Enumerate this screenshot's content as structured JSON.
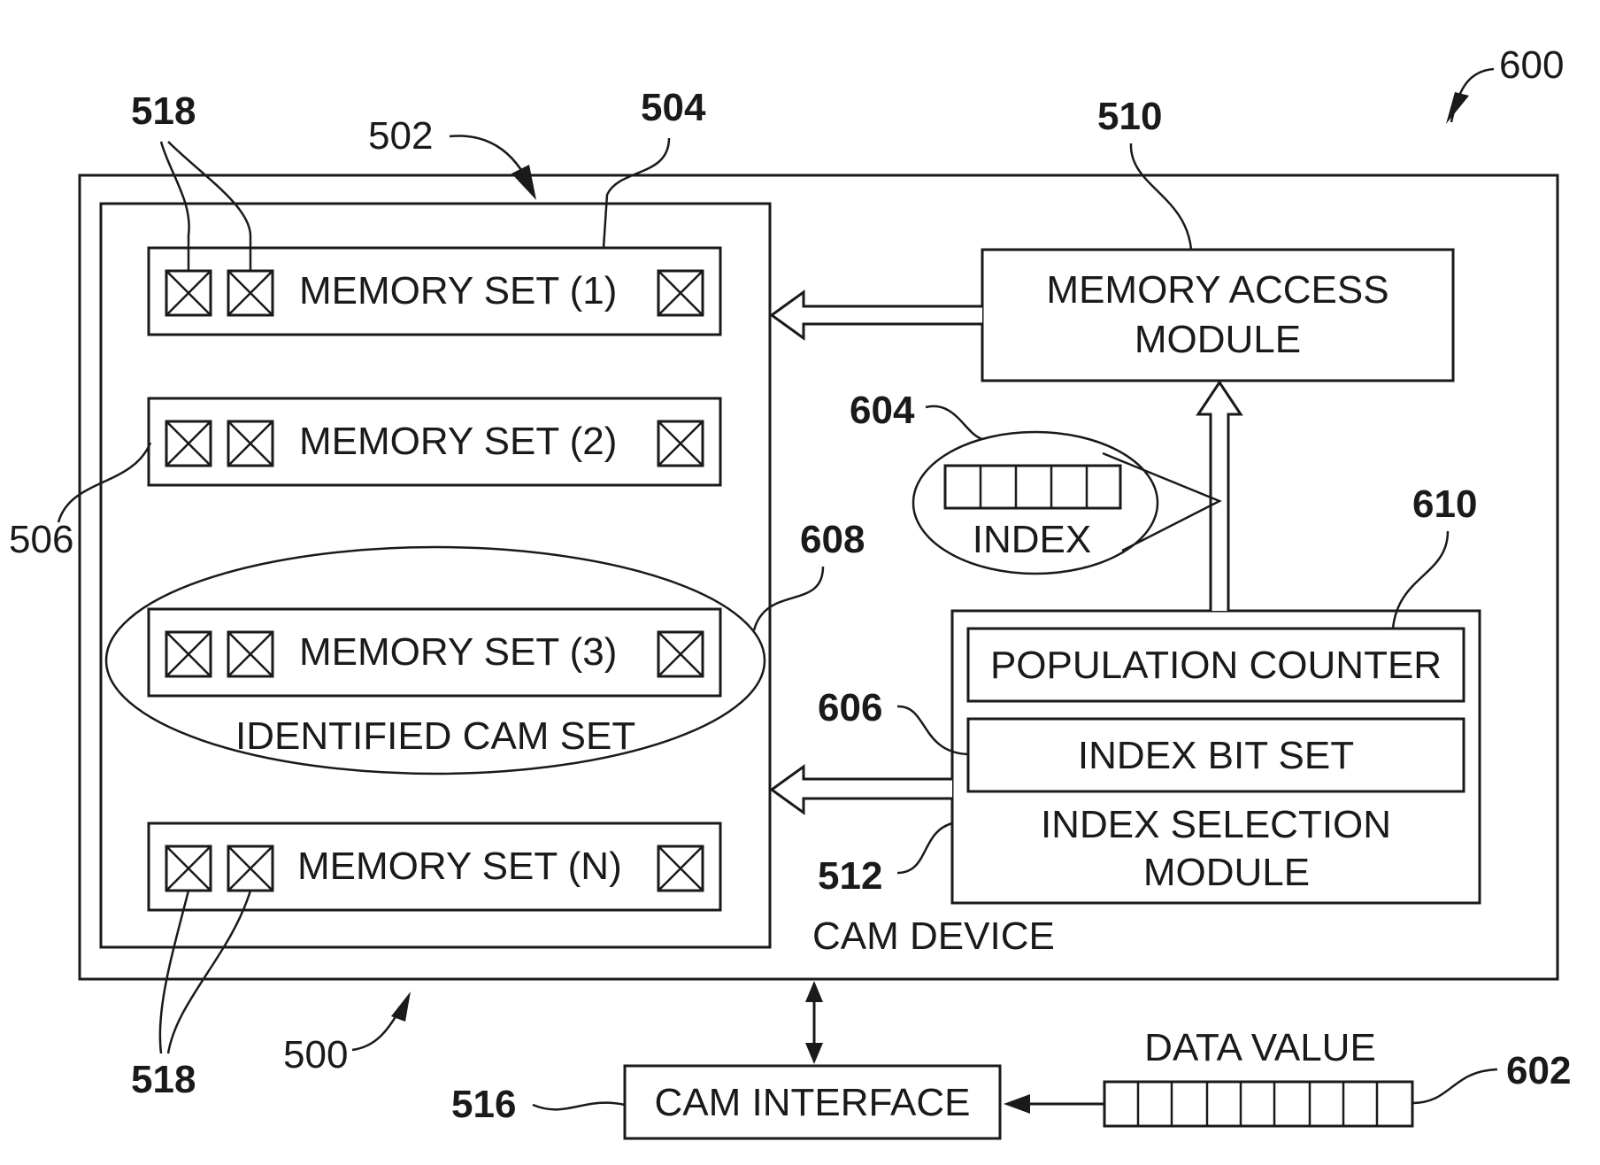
{
  "figure": {
    "ref_600": "600",
    "ref_500": "500",
    "ref_502": "502",
    "ref_504": "504",
    "ref_506": "506",
    "ref_510": "510",
    "ref_512": "512",
    "ref_516": "516",
    "ref_518_top": "518",
    "ref_518_bottom": "518",
    "ref_602": "602",
    "ref_604": "604",
    "ref_606": "606",
    "ref_608": "608",
    "ref_610": "610"
  },
  "memory_sets": [
    {
      "label": "MEMORY SET (1)"
    },
    {
      "label": "MEMORY SET (2)"
    },
    {
      "label": "MEMORY SET (3)"
    },
    {
      "label": "MEMORY SET (N)"
    }
  ],
  "identified_cam_set": "IDENTIFIED CAM SET",
  "memory_access_module": {
    "line1": "MEMORY ACCESS",
    "line2": "MODULE"
  },
  "index_label": "INDEX",
  "population_counter": "POPULATION COUNTER",
  "index_bit_set": "INDEX BIT SET",
  "index_selection_module": {
    "line1": "INDEX SELECTION",
    "line2": "MODULE"
  },
  "cam_device": "CAM DEVICE",
  "cam_interface": "CAM INTERFACE",
  "data_value": "DATA VALUE"
}
